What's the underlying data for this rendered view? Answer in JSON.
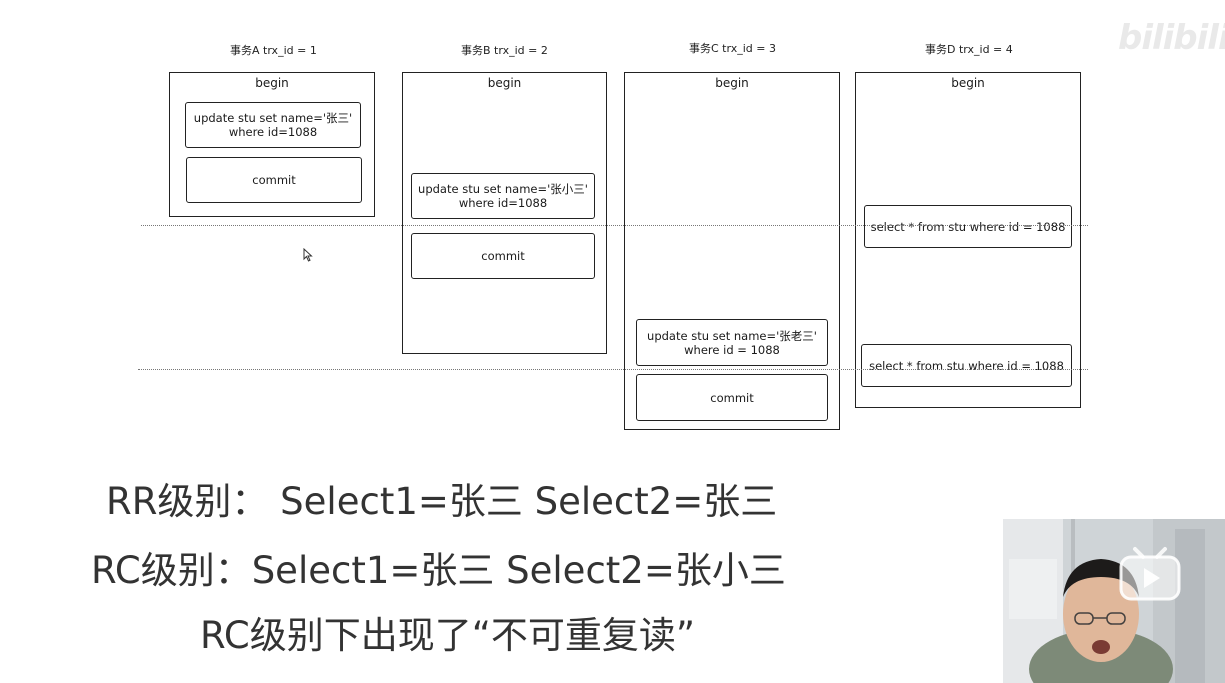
{
  "diagram": {
    "transactions": [
      {
        "header": "事务A trx_id = 1",
        "begin": "begin",
        "statements": [
          {
            "line1": "update stu set name='张三'",
            "line2": "where id=1088"
          },
          {
            "line1": "commit",
            "line2": ""
          }
        ]
      },
      {
        "header": "事务B trx_id = 2",
        "begin": "begin",
        "statements": [
          {
            "line1": "update stu set name='张小三'",
            "line2": "where id=1088"
          },
          {
            "line1": "commit",
            "line2": ""
          }
        ]
      },
      {
        "header": "事务C trx_id = 3",
        "begin": "begin",
        "statements": [
          {
            "line1": "update stu set name='张老三'",
            "line2": "where id = 1088"
          },
          {
            "line1": "commit",
            "line2": ""
          }
        ]
      },
      {
        "header": "事务D trx_id = 4",
        "begin": "begin",
        "statements": [
          {
            "line1": "select * from stu where id = 1088",
            "line2": ""
          },
          {
            "line1": "select * from stu where id = 1088",
            "line2": ""
          }
        ]
      }
    ]
  },
  "captions": {
    "rr": "RR级别：  Select1=张三 Select2=张三",
    "rc": "RC级别：Select1=张三 Select2=张小三",
    "conclusion": "RC级别下出现了“不可重复读”"
  },
  "overlay": {
    "logo": "bilibili",
    "play_icon": "play-icon"
  }
}
